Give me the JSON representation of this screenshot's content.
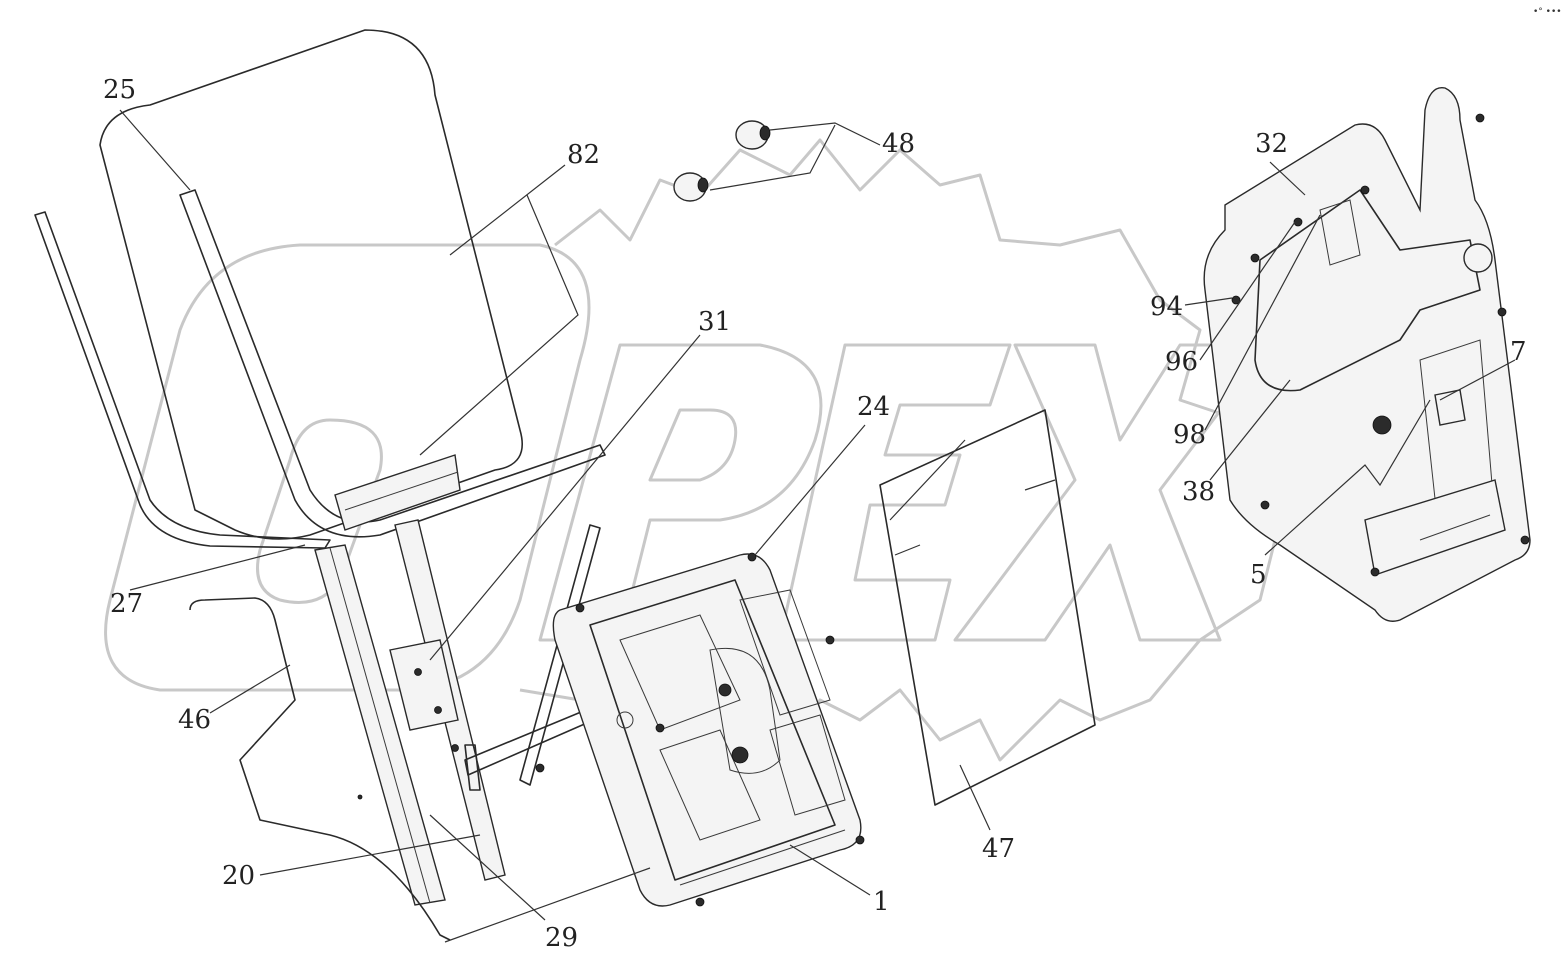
{
  "corner_mark": "•° •••",
  "watermark": {
    "text": "OPEX"
  },
  "colors": {
    "line": "#2a2a2a",
    "watermark": "#c8c8c8",
    "background": "#ffffff"
  },
  "labels": {
    "l1": "1",
    "l5": "5",
    "l7": "7",
    "l20": "20",
    "l24": "24",
    "l25": "25",
    "l27": "27",
    "l29": "29",
    "l31": "31",
    "l32": "32",
    "l38": "38",
    "l46": "46",
    "l47": "47",
    "l48": "48",
    "l82": "82",
    "l94": "94",
    "l96": "96",
    "l98": "98"
  }
}
